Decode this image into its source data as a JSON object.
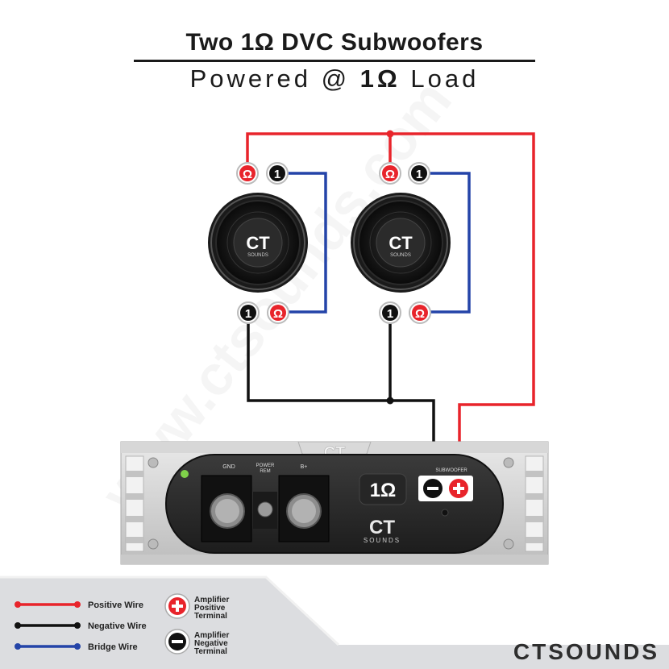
{
  "header": {
    "title": "Two 1Ω DVC Subwoofers",
    "subtitle_prefix": "Powered @ ",
    "subtitle_emphasis": "1Ω",
    "subtitle_suffix": " Load"
  },
  "subwoofers": [
    {
      "logo": "CT",
      "sublogo": "SOUNDS",
      "terminal_top_left": "Ω",
      "terminal_top_right": "1",
      "terminal_bottom_left": "1",
      "terminal_bottom_right": "Ω"
    },
    {
      "logo": "CT",
      "sublogo": "SOUNDS",
      "terminal_top_left": "Ω",
      "terminal_top_right": "1",
      "terminal_bottom_left": "1",
      "terminal_bottom_right": "Ω"
    }
  ],
  "amplifier": {
    "badge": "CT",
    "labels": {
      "gnd": "GND",
      "power_rem_1": "POWER",
      "power_rem_2": "REM",
      "bplus": "B+",
      "subwoofer": "SUBWOOFER"
    },
    "load": "1Ω",
    "logo": "CT",
    "logo_sub": "SOUNDS"
  },
  "legend": {
    "positive_wire": "Positive Wire",
    "negative_wire": "Negative Wire",
    "bridge_wire": "Bridge Wire",
    "amp_positive": [
      "Amplifier",
      "Positive",
      "Terminal"
    ],
    "amp_negative": [
      "Amplifier",
      "Negative",
      "Terminal"
    ]
  },
  "brand": "CTSOUNDS",
  "watermark": "www.ctsounds.com",
  "colors": {
    "positive": "#e8242b",
    "negative": "#111111",
    "bridge": "#2444a8"
  }
}
